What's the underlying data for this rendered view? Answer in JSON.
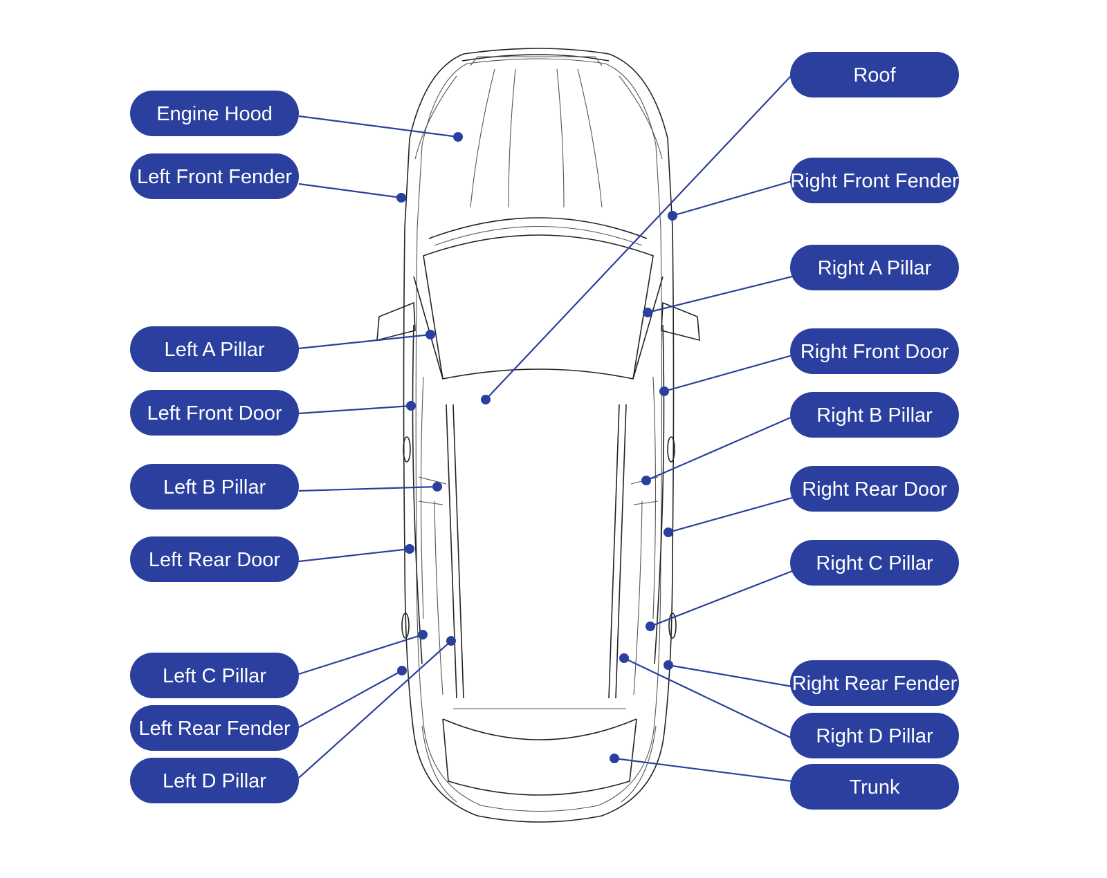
{
  "colors": {
    "label_bg": "#2a3f9e",
    "label_text": "#ffffff",
    "leader": "#2a3f9e",
    "outline": "#222222"
  },
  "labels": {
    "engine_hood": "Engine Hood",
    "left_front_fender": "Left Front Fender",
    "left_a_pillar": "Left A Pillar",
    "left_front_door": "Left Front Door",
    "left_b_pillar": "Left B Pillar",
    "left_rear_door": "Left Rear Door",
    "left_c_pillar": "Left C Pillar",
    "left_rear_fender": "Left Rear Fender",
    "left_d_pillar": "Left D Pillar",
    "roof": "Roof",
    "right_front_fender": "Right Front Fender",
    "right_a_pillar": "Right A Pillar",
    "right_front_door": "Right Front Door",
    "right_b_pillar": "Right B Pillar",
    "right_rear_door": "Right Rear Door",
    "right_c_pillar": "Right C Pillar",
    "right_rear_fender": "Right Rear Fender",
    "right_d_pillar": "Right D Pillar",
    "trunk": "Trunk"
  }
}
